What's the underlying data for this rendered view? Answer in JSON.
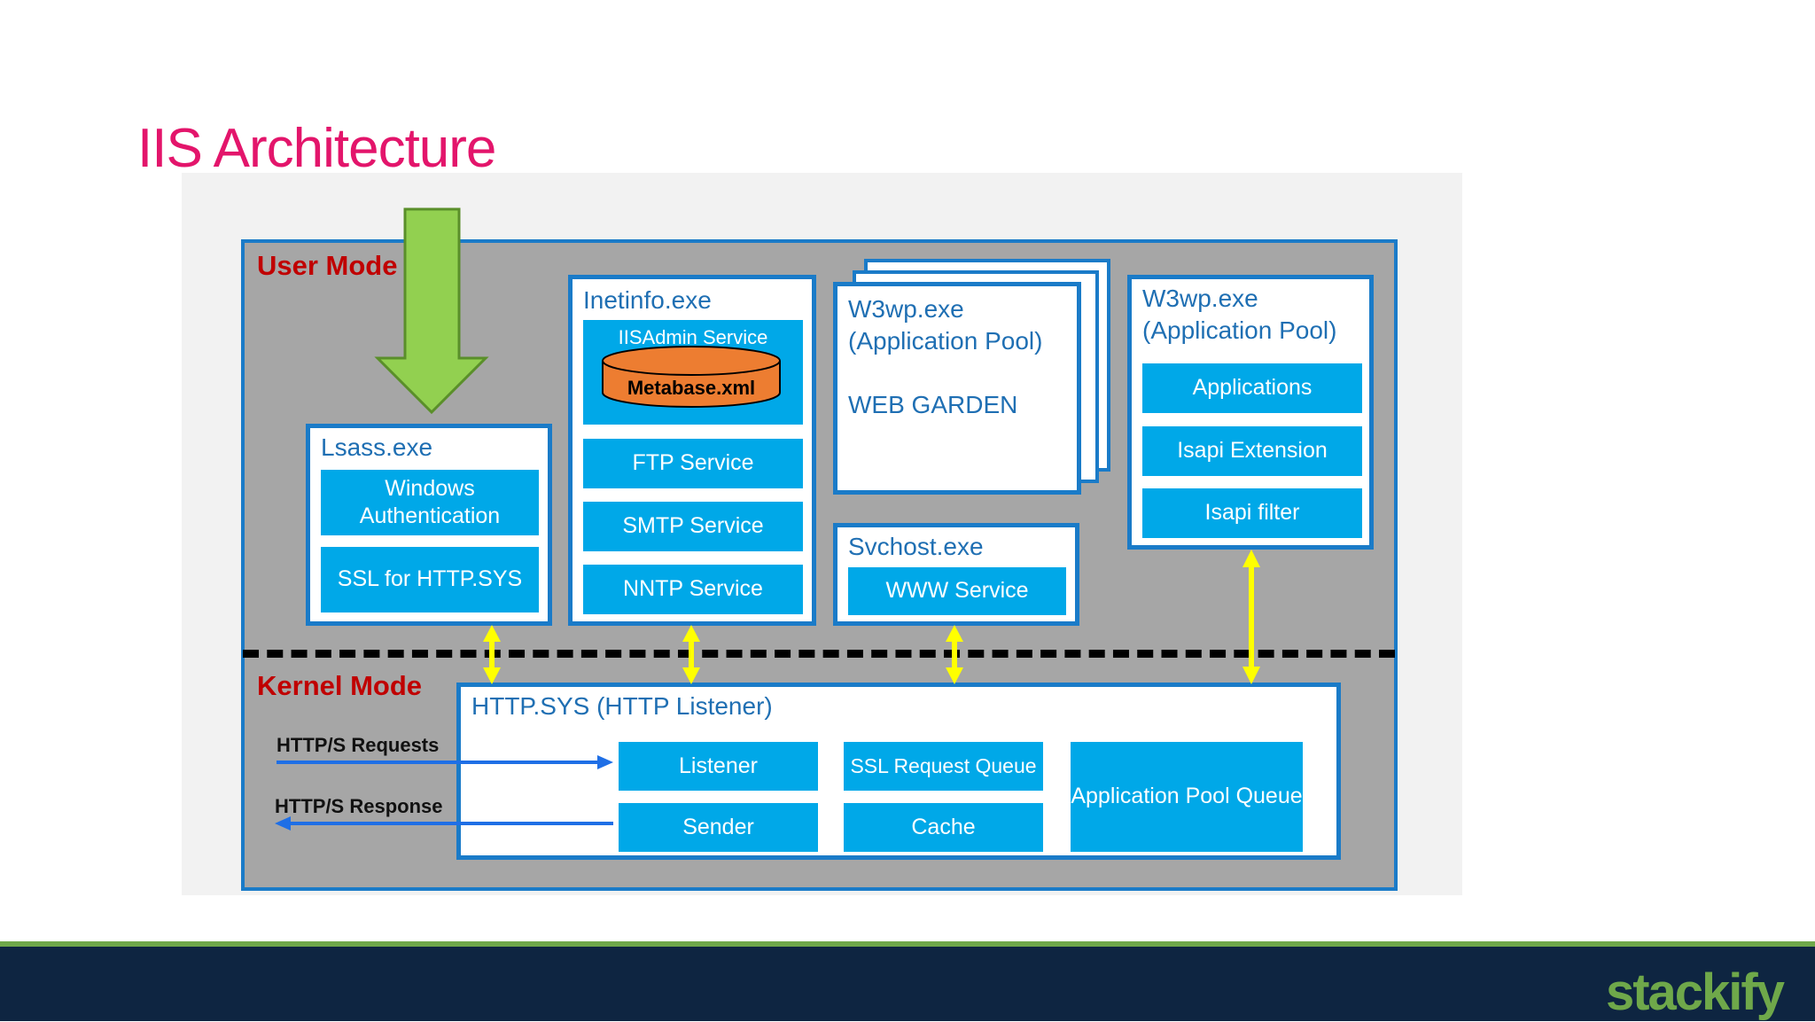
{
  "slide": {
    "title": "IIS Architecture"
  },
  "modes": {
    "user": "User Mode",
    "kernel": "Kernel Mode"
  },
  "lsass": {
    "title": "Lsass.exe",
    "items": [
      "Windows Authentication",
      "SSL for HTTP.SYS"
    ]
  },
  "inetinfo": {
    "title": "Inetinfo.exe",
    "admin": "IISAdmin Service",
    "metabase": "Metabase.xml",
    "items": [
      "FTP Service",
      "SMTP Service",
      "NNTP Service"
    ]
  },
  "w3wp_garden": {
    "title": "W3wp.exe",
    "subtitle": "(Application Pool)",
    "garden": "WEB GARDEN"
  },
  "svchost": {
    "title": "Svchost.exe",
    "service": "WWW Service"
  },
  "w3wp_pool": {
    "title": "W3wp.exe",
    "subtitle": "(Application Pool)",
    "items": [
      "Applications",
      "Isapi Extension",
      "Isapi filter"
    ]
  },
  "httpsys": {
    "title": "HTTP.SYS (HTTP Listener)",
    "listener": "Listener",
    "sender": "Sender",
    "ssl_queue": "SSL Request Queue",
    "cache": "Cache",
    "app_pool_queue": "Application Pool Queue"
  },
  "flows": {
    "requests": "HTTP/S Requests",
    "response": "HTTP/S Response"
  },
  "footer": {
    "logo": "stackify"
  },
  "colors": {
    "title": "#e3156b",
    "box_border": "#1a7bc8",
    "service_fill": "#00a8e8",
    "diagram_bg": "#a6a6a6",
    "mode_label": "#c00000",
    "down_arrow": "#92d050",
    "connector": "#ffff00",
    "footer_bg": "#0e2541",
    "logo": "#6fa84a"
  }
}
